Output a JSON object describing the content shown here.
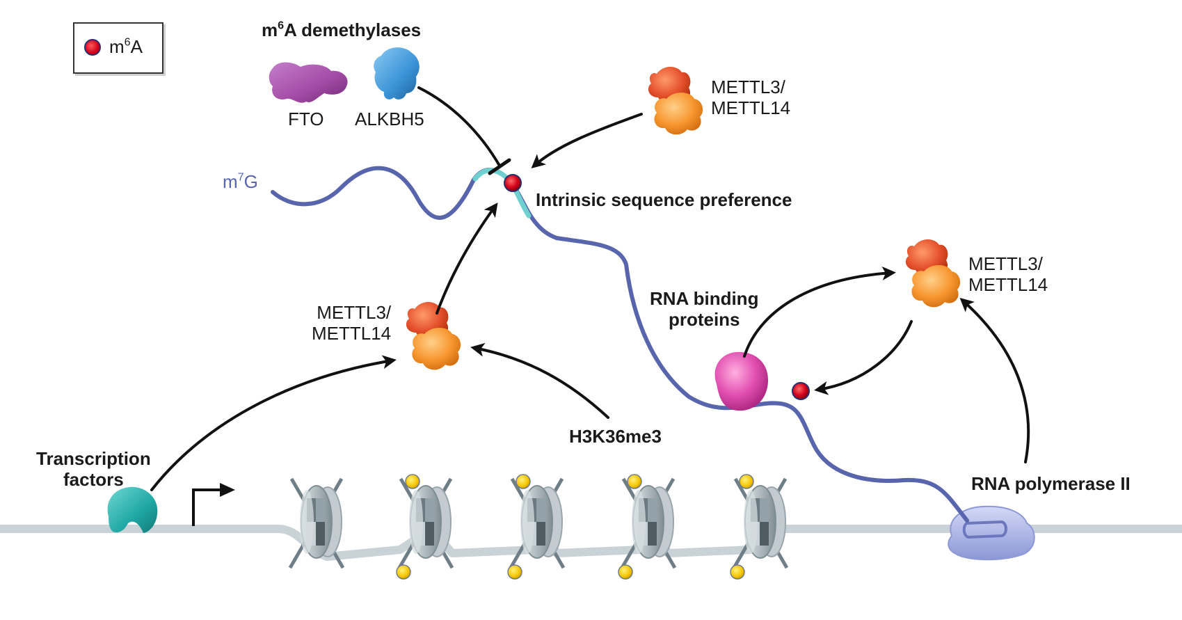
{
  "legend": {
    "marker_label_pre": "m",
    "marker_label_sup": "6",
    "marker_label_post": "A"
  },
  "demethylases": {
    "title_pre": "m",
    "title_sup": "6",
    "title_post": "A demethylases",
    "fto": "FTO",
    "alkbh5": "ALKBH5"
  },
  "writer_top": "METTL3/\nMETTL14",
  "writer_middle": "METTL3/\nMETTL14",
  "writer_right": "METTL3/\nMETTL14",
  "cap": {
    "pre": "m",
    "sup": "7",
    "post": "G"
  },
  "intrinsic": "Intrinsic sequence preference",
  "rbp": "RNA binding\nproteins",
  "h3k36": "H3K36me3",
  "tf": "Transcription\nfactors",
  "polII": "RNA polymerase II",
  "colors": {
    "rna": "#5865ad",
    "motif": "#6fd0cf",
    "m6a": "#d4001a",
    "fto": "#a24aa6",
    "alkbh5": "#3a93d6",
    "mettl3": "#e4502b",
    "mettl14": "#f7962f",
    "tf": "#1fa7a4",
    "rbp": "#e24fb0",
    "polII": "#a9b3e8",
    "dna": "#c9d2d6",
    "nucleosome": "#8c9aa1",
    "h3k36_mark": "#f5c400"
  }
}
